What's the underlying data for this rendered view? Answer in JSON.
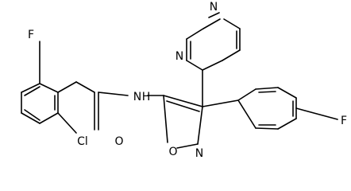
{
  "atoms": {
    "F_top": "F",
    "Cl": "Cl",
    "O_carbonyl": "O",
    "NH": "N",
    "H_amide": "H",
    "N_pyr_1": "N",
    "N_pyr_2": "N",
    "O_isoxazole": "O",
    "N_isoxazole": "N",
    "F_right": "F"
  },
  "colors": {
    "bond": "#000000",
    "label": "#000000",
    "background": "#ffffff"
  }
}
